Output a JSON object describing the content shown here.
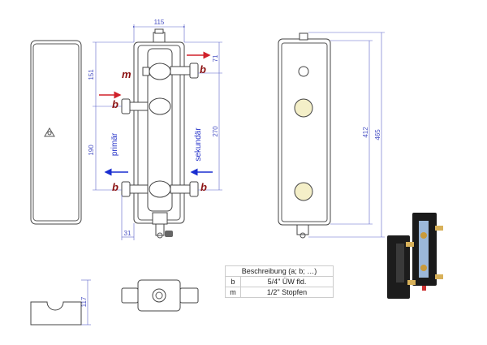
{
  "dimensions": {
    "width_top": "115",
    "upper_left": "151",
    "lower_left": "190",
    "upper_right": "71",
    "lower_right": "270",
    "offset_bottom": "31",
    "depth": "117",
    "body_height": "412",
    "total_height": "465"
  },
  "labels": {
    "m": "m",
    "b1": "b",
    "b2": "b",
    "b3": "b",
    "b4": "b",
    "primary": "primär",
    "secondary": "sekundär"
  },
  "colors": {
    "flow_in": "#d0202a",
    "flow_out": "#1a2ed0",
    "dimension": "#4a52c4",
    "label": "#8b1010"
  },
  "legend": {
    "header": "Beschreibung (a; b; …)",
    "rows": [
      {
        "key": "b",
        "value": "5/4\" ÜW fld."
      },
      {
        "key": "m",
        "value": "1/2\" Stopfen"
      }
    ]
  }
}
